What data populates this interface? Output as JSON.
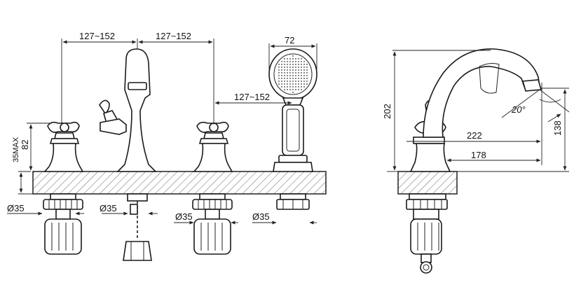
{
  "front_view": {
    "spacing_left": "127~152",
    "spacing_right": "127~152",
    "spout_to_shower": "127~152",
    "handshower_width": "72",
    "valve_height": "82",
    "deck_thickness": "35MAX",
    "hole_diameters": [
      "Ø35",
      "Ø35",
      "Ø35",
      "Ø35"
    ]
  },
  "side_view": {
    "total_height": "202",
    "spout_height": "138",
    "reach_long": "222",
    "reach_short": "178",
    "angle": "20°"
  }
}
